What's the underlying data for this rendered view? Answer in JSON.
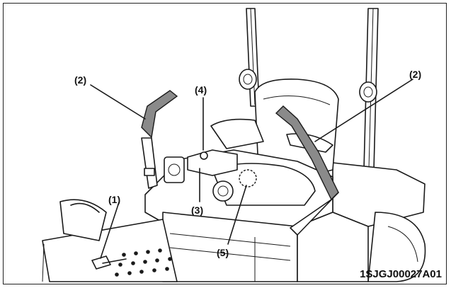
{
  "figure_id": "1SJGJ00027A01",
  "callouts": {
    "c1": "(1)",
    "c2_left": "(2)",
    "c2_right": "(2)",
    "c3": "(3)",
    "c4": "(4)",
    "c5": "(5)"
  },
  "colors": {
    "lever_fill": "#8a8a8a",
    "line": "#1a1a1a",
    "background": "#ffffff"
  }
}
